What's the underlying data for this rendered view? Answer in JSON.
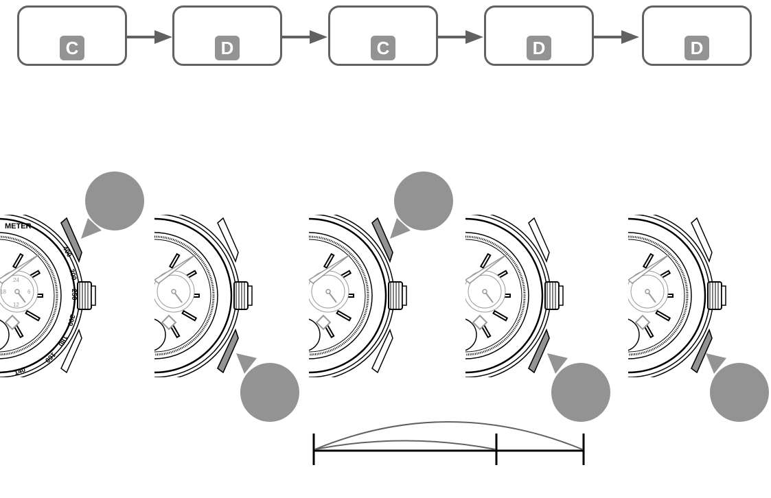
{
  "sequence": {
    "steps": [
      {
        "letter": "C"
      },
      {
        "letter": "D"
      },
      {
        "letter": "C"
      },
      {
        "letter": "D"
      },
      {
        "letter": "D"
      }
    ]
  },
  "watches": [
    {
      "pressed": "top"
    },
    {
      "pressed": "bottom"
    },
    {
      "pressed": "top"
    },
    {
      "pressed": "bottom"
    },
    {
      "pressed": "bottom"
    }
  ],
  "dial": {
    "bezel_numbers": [
      "400",
      "300",
      "250",
      "200",
      "180",
      "160",
      "140"
    ],
    "bezel_label": "METER",
    "subdial_numbers": [
      "24",
      "6",
      "12",
      "18"
    ]
  },
  "colors": {
    "box_border": "#616161",
    "badge": "#939393",
    "highlight": "#939393",
    "line": "#000000"
  }
}
